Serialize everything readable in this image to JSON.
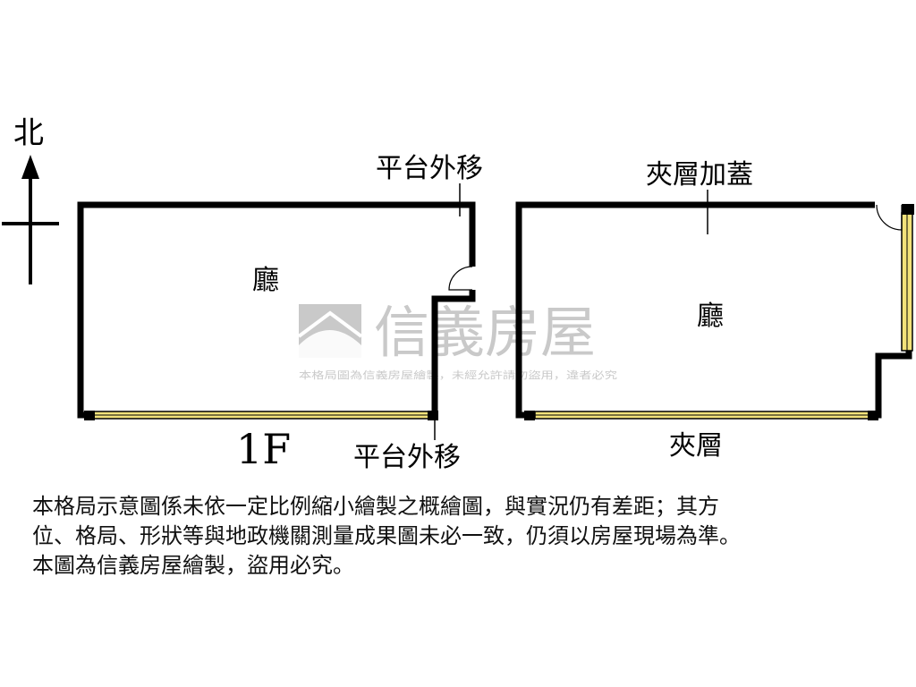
{
  "compass": {
    "north_label": "北"
  },
  "floor_1f": {
    "room_label": "廳",
    "top_annotation": "平台外移",
    "bottom_annotation": "平台外移",
    "floor_label": "1F"
  },
  "mezzanine": {
    "room_label": "廳",
    "top_annotation": "夾層加蓋",
    "floor_label": "夾層"
  },
  "watermark": {
    "brand": "信義房屋",
    "notice": "本格局圖為信義房屋繪製，未經允許請勿盜用，違者必究",
    "color": "#c9c9c9"
  },
  "disclaimer": {
    "line1": "本格局示意圖係未依一定比例縮小繪製之概繪圖，與實況仍有差距；其方",
    "line2": "位、格局、形狀等與地政機關測量成果圖未必一致，仍須以房屋現場為準。",
    "line3": "本圖為信義房屋繪製，盜用必究。"
  },
  "colors": {
    "wall": "#000000",
    "window": "#f2e27a",
    "watermark": "#c9c9c9"
  }
}
